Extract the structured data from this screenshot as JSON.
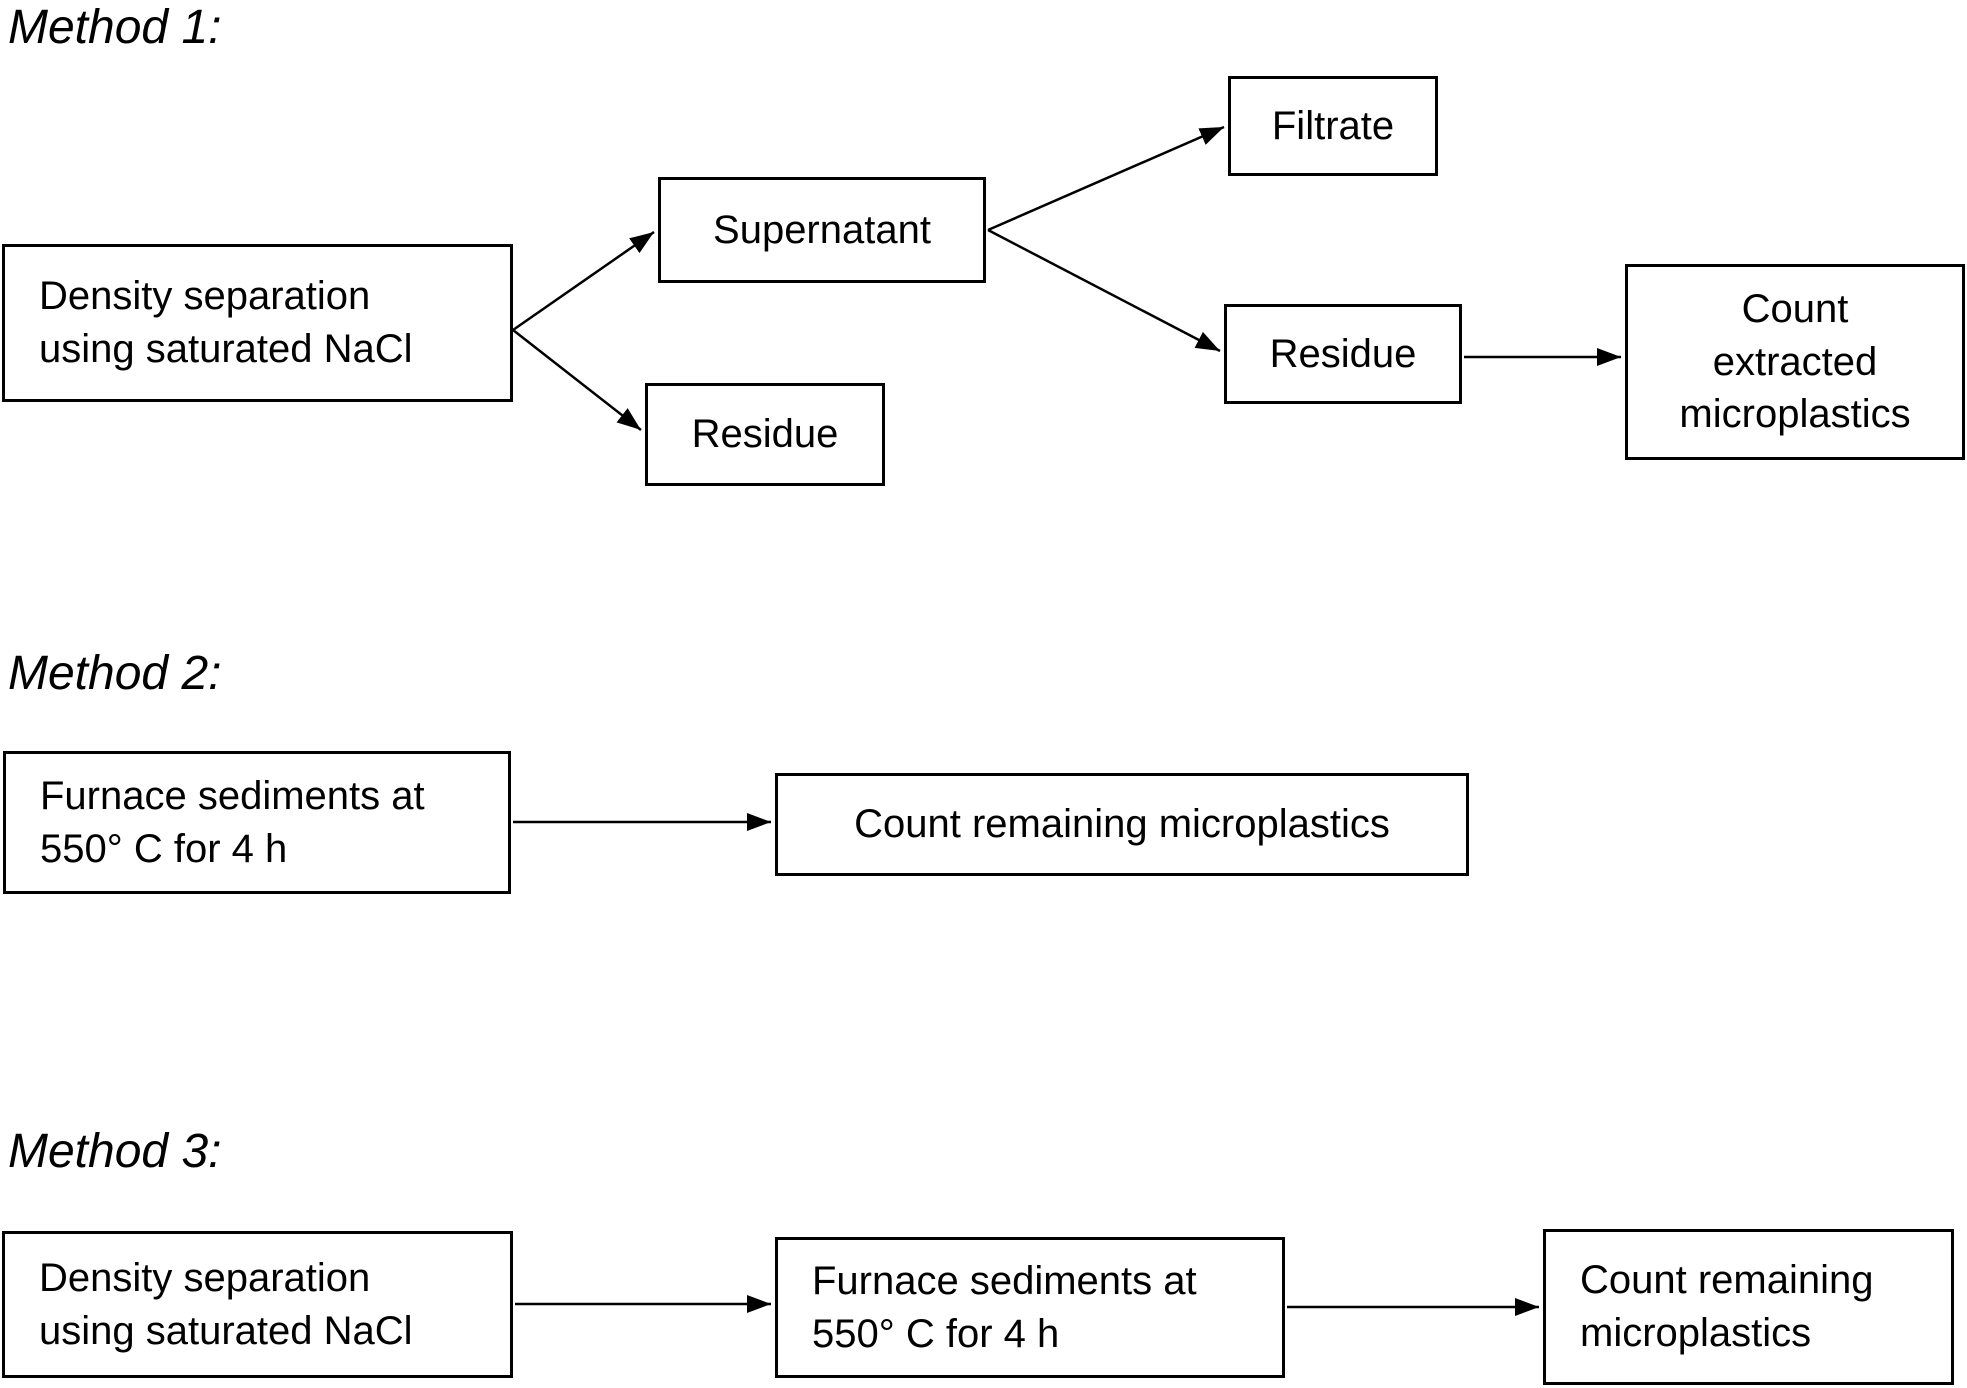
{
  "page": {
    "background_color": "#ffffff",
    "ink_color": "#000000"
  },
  "methods": [
    {
      "label": "Method 1:",
      "nodes": [
        {
          "id": "density-separation",
          "label": "Density separation\nusing saturated NaCl"
        },
        {
          "id": "supernatant",
          "label": "Supernatant"
        },
        {
          "id": "residue-1",
          "label": "Residue"
        },
        {
          "id": "filtrate",
          "label": "Filtrate"
        },
        {
          "id": "residue-2",
          "label": "Residue"
        },
        {
          "id": "count-extracted",
          "label": "Count\nextracted\nmicroplastics"
        }
      ],
      "edges": [
        {
          "from": "density-separation",
          "to": "supernatant"
        },
        {
          "from": "density-separation",
          "to": "residue-1"
        },
        {
          "from": "supernatant",
          "to": "filtrate"
        },
        {
          "from": "supernatant",
          "to": "residue-2"
        },
        {
          "from": "residue-2",
          "to": "count-extracted"
        }
      ]
    },
    {
      "label": "Method 2:",
      "nodes": [
        {
          "id": "furnace-sediments",
          "label": "Furnace sediments at\n550° C for 4 h"
        },
        {
          "id": "count-remaining",
          "label": "Count remaining microplastics"
        }
      ],
      "edges": [
        {
          "from": "furnace-sediments",
          "to": "count-remaining"
        }
      ]
    },
    {
      "label": "Method 3:",
      "nodes": [
        {
          "id": "density-separation",
          "label": "Density separation\nusing saturated NaCl"
        },
        {
          "id": "furnace-sediments",
          "label": "Furnace sediments at\n550° C for 4 h"
        },
        {
          "id": "count-remaining",
          "label": "Count remaining\nmicroplastics"
        }
      ],
      "edges": [
        {
          "from": "density-separation",
          "to": "furnace-sediments"
        },
        {
          "from": "furnace-sediments",
          "to": "count-remaining"
        }
      ]
    }
  ]
}
